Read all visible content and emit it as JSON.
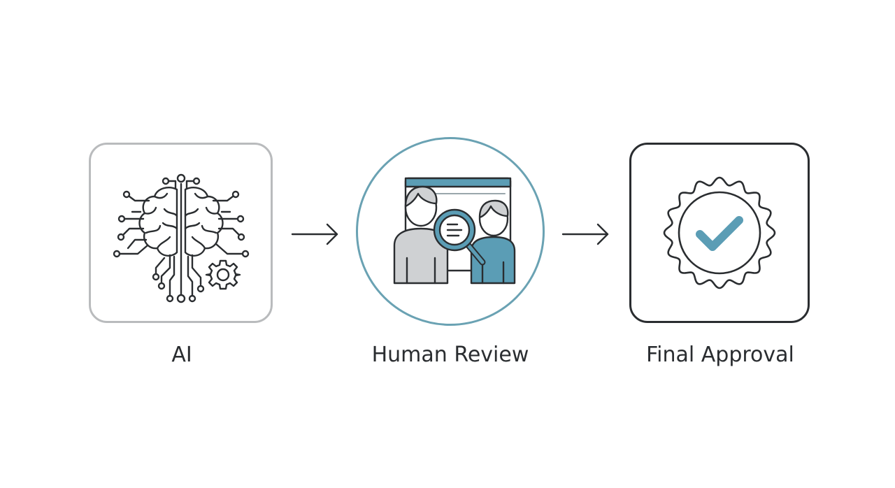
{
  "steps": [
    {
      "label": "AI",
      "icon": "brain-circuit-gear-icon"
    },
    {
      "label": "Human Review",
      "icon": "reviewers-magnifier-icon"
    },
    {
      "label": "Final Approval",
      "icon": "approval-badge-check-icon"
    }
  ],
  "colors": {
    "accent": "#5b9db5",
    "ink": "#2a2d30",
    "ai_border": "#b9bbbd",
    "review_border": "#6aa2b3",
    "person_gray": "#cfd1d3"
  }
}
